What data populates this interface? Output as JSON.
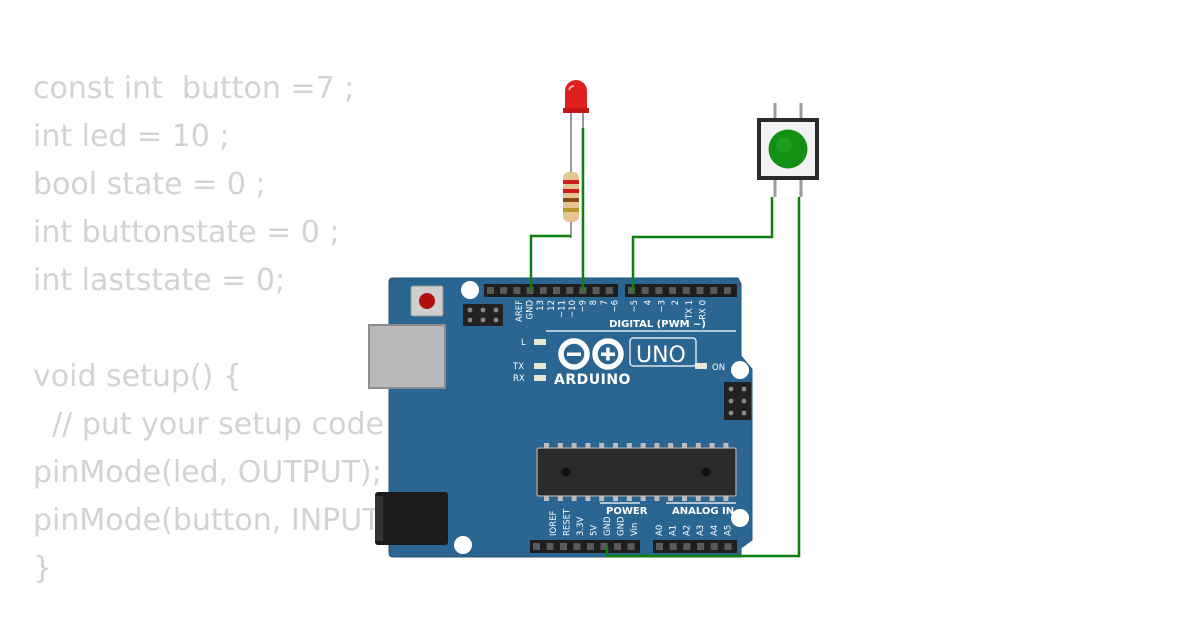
{
  "code_lines": [
    "const int  button =7 ;",
    "int led = 10 ;",
    "bool state = 0 ;",
    "int buttonstate = 0 ;",
    "int laststate = 0;",
    "",
    "void setup() {",
    "  // put your setup code",
    "pinMode(led, OUTPUT);",
    "pinMode(button, INPUT",
    "}"
  ],
  "board": {
    "model_label": "UNO",
    "brand_label": "ARDUINO",
    "digital_header_label": "DIGITAL (PWM ~)",
    "power_label": "POWER",
    "analog_label": "ANALOG IN",
    "led_on_label": "ON",
    "led_l_label": "L",
    "led_tx_label": "TX",
    "led_rx_label": "RX",
    "digital_pins": [
      "AREF",
      "GND",
      "13",
      "12",
      "~11",
      "~10",
      "~9",
      "8",
      "7",
      "~6",
      "~5",
      "4",
      "~3",
      "2",
      "TX 1",
      "RX 0"
    ],
    "power_pins": [
      "IOREF",
      "RESET",
      "3.3V",
      "5V",
      "GND",
      "GND",
      "Vin"
    ],
    "analog_pins": [
      "A0",
      "A1",
      "A2",
      "A3",
      "A4",
      "A5"
    ]
  },
  "colors": {
    "board": "#2b6592",
    "wire": "#0f7f0f",
    "led": "#e0201e",
    "button_cap": "#138f13",
    "code_text": "#d3d3d3"
  }
}
